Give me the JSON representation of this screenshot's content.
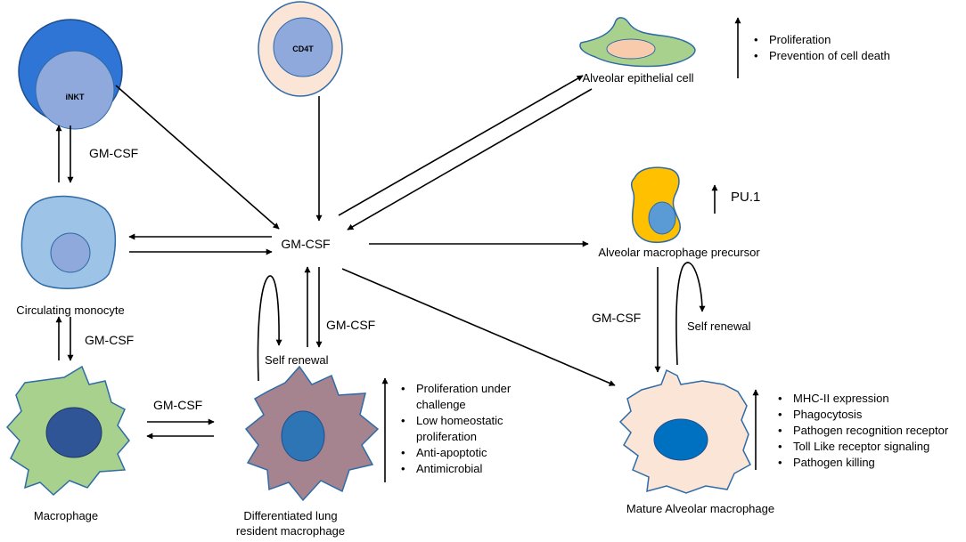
{
  "cells": {
    "inkt": "iNKT",
    "cd4t": "CD4T",
    "circulating_monocyte": "Circulating monocyte",
    "macrophage": "Macrophage",
    "differentiated_macrophage_line1": "Differentiated lung",
    "differentiated_macrophage_line2": "resident macrophage",
    "alveolar_epithelial": "Alveolar epithelial cell",
    "alveolar_precursor": "Alveolar macrophage precursor",
    "mature_alveolar": "Mature  Alveolar macrophage"
  },
  "center_label": "GM-CSF",
  "arrow_labels": {
    "inkt_monocyte": "GM-CSF",
    "monocyte_macrophage": "GM-CSF",
    "macrophage_differentiated": "GM-CSF",
    "center_differentiated": "GM-CSF",
    "precursor_mature": "GM-CSF",
    "self_renewal_differentiated": "Self renewal",
    "self_renewal_mature": "Self renewal",
    "pu1": "PU.1"
  },
  "effects": {
    "epithelial": [
      "Proliferation",
      "Prevention of cell death"
    ],
    "differentiated": [
      "Proliferation under challenge",
      "Low homeostatic proliferation",
      "Anti-apoptotic",
      "Antimicrobial"
    ],
    "mature": [
      "MHC-II expression",
      "Phagocytosis",
      "Pathogen recognition receptor",
      "Toll Like receptor signaling",
      "Pathogen killing"
    ]
  },
  "colors": {
    "inkt_outer": "#2e75d6",
    "inkt_inner": "#8fa9dc",
    "cd4t_outer": "#fbe5d6",
    "cd4t_inner": "#8fa9dc",
    "monocyte": "#9dc3e6",
    "monocyte_nucleus": "#8fa9dc",
    "macrophage": "#a9d18e",
    "macrophage_nucleus": "#2f5597",
    "differentiated": "#a5838f",
    "differentiated_nucleus": "#2e75b6",
    "epithelial": "#a9d18e",
    "epithelial_nucleus": "#f8cbad",
    "precursor": "#ffc000",
    "precursor_nucleus": "#5b9bd5",
    "mature": "#fbe5d6",
    "mature_nucleus": "#0070c0",
    "outline": "#2f6ba6"
  }
}
